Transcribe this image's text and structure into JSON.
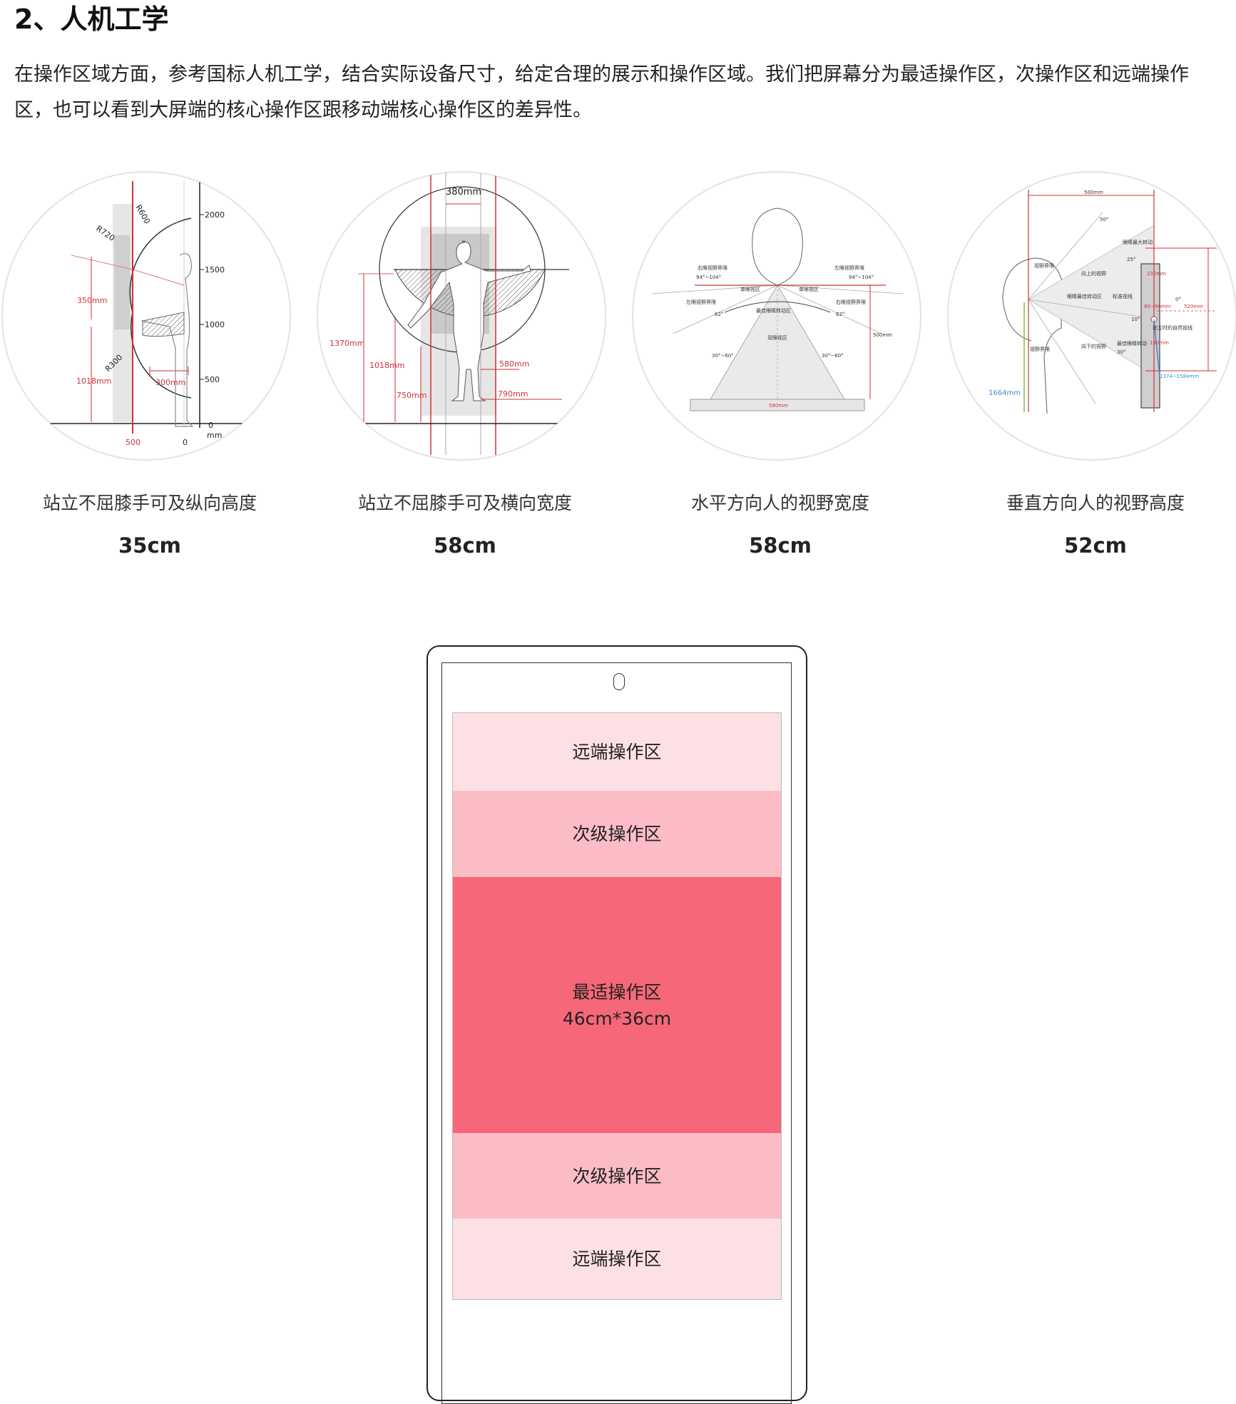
{
  "heading": "2、人机工学",
  "intro": "在操作区域方面，参考国标人机工学，结合实际设备尺寸，给定合理的展示和操作区域。我们把屏幕分为最适操作区，次操作区和远端操作区，也可以看到大屏端的核心操作区跟移动端核心操作区的差异性。",
  "colors": {
    "accent_red": "#d0323a",
    "accent_blue": "#3a8fd6",
    "accent_green": "#7cc04b",
    "zone_far": "#fde0e4",
    "zone_secondary": "#fbbcc5",
    "zone_optimal": "#f6677a"
  },
  "figures": [
    {
      "caption": "站立不屈膝手可及纵向高度",
      "value": "35cm",
      "labels": {
        "r600": "R600",
        "r720": "R720",
        "r300": "R300",
        "d350": "350mm",
        "d1018": "1018mm",
        "d300": "300mm",
        "t2000": "2000",
        "t1500": "1500",
        "t1000": "1000",
        "t500": "500",
        "t0": "0",
        "unit": "mm",
        "x500": "500",
        "x0": "0"
      }
    },
    {
      "caption": "站立不屈膝手可及横向宽度",
      "value": "58cm",
      "labels": {
        "w380": "380mm",
        "h1370": "1370mm",
        "h1018": "1018mm",
        "h750": "750mm",
        "w580": "580mm",
        "w790": "790mm"
      }
    },
    {
      "caption": "水平方向人的视野宽度",
      "value": "58cm",
      "labels": {
        "right_bound": "右眼视野界限",
        "left_bound": "左眼视野界限",
        "a94_left": "94°~104°",
        "a94_right": "94°~104°",
        "mono_left": "单眼视区",
        "mono_right": "单眼视区",
        "left_eye": "左眼视野界限",
        "right_eye": "右眼视野界限",
        "a62_left": "62°",
        "a62_right": "62°",
        "best_rotate": "最佳眼睛转动区",
        "bino": "双眼视区",
        "d500": "500mm",
        "a30_left": "30°~60°",
        "a30_right": "30°~60°",
        "w580": "580mm"
      }
    },
    {
      "caption": "垂直方向人的视野高度",
      "value": "52cm",
      "labels": {
        "d500": "500mm",
        "a50": "50°",
        "eye_max": "眼睛最大转动",
        "a25": "25°",
        "field_top": "视野界限",
        "up_view": "向上的视野",
        "d230": "230mm",
        "eye_best": "眼睛最佳转动区",
        "std_line": "标准视线",
        "a0": "0°",
        "d80": "80~90mm",
        "d520": "520mm",
        "a10": "10°",
        "natural_line": "站立时的自然视线",
        "field_bottom": "视野界限",
        "down_view": "向下的视野",
        "eye_best2": "最佳眼睛转动",
        "a30": "30°",
        "d150": "150mm",
        "d1374": "1374~1584mm",
        "h1664": "1664mm"
      }
    }
  ],
  "tablet": {
    "zones": [
      {
        "label": "远端操作区",
        "sub": ""
      },
      {
        "label": "次级操作区",
        "sub": ""
      },
      {
        "label": "最适操作区",
        "sub": "46cm*36cm"
      },
      {
        "label": "次级操作区",
        "sub": ""
      },
      {
        "label": "远端操作区",
        "sub": ""
      }
    ]
  }
}
